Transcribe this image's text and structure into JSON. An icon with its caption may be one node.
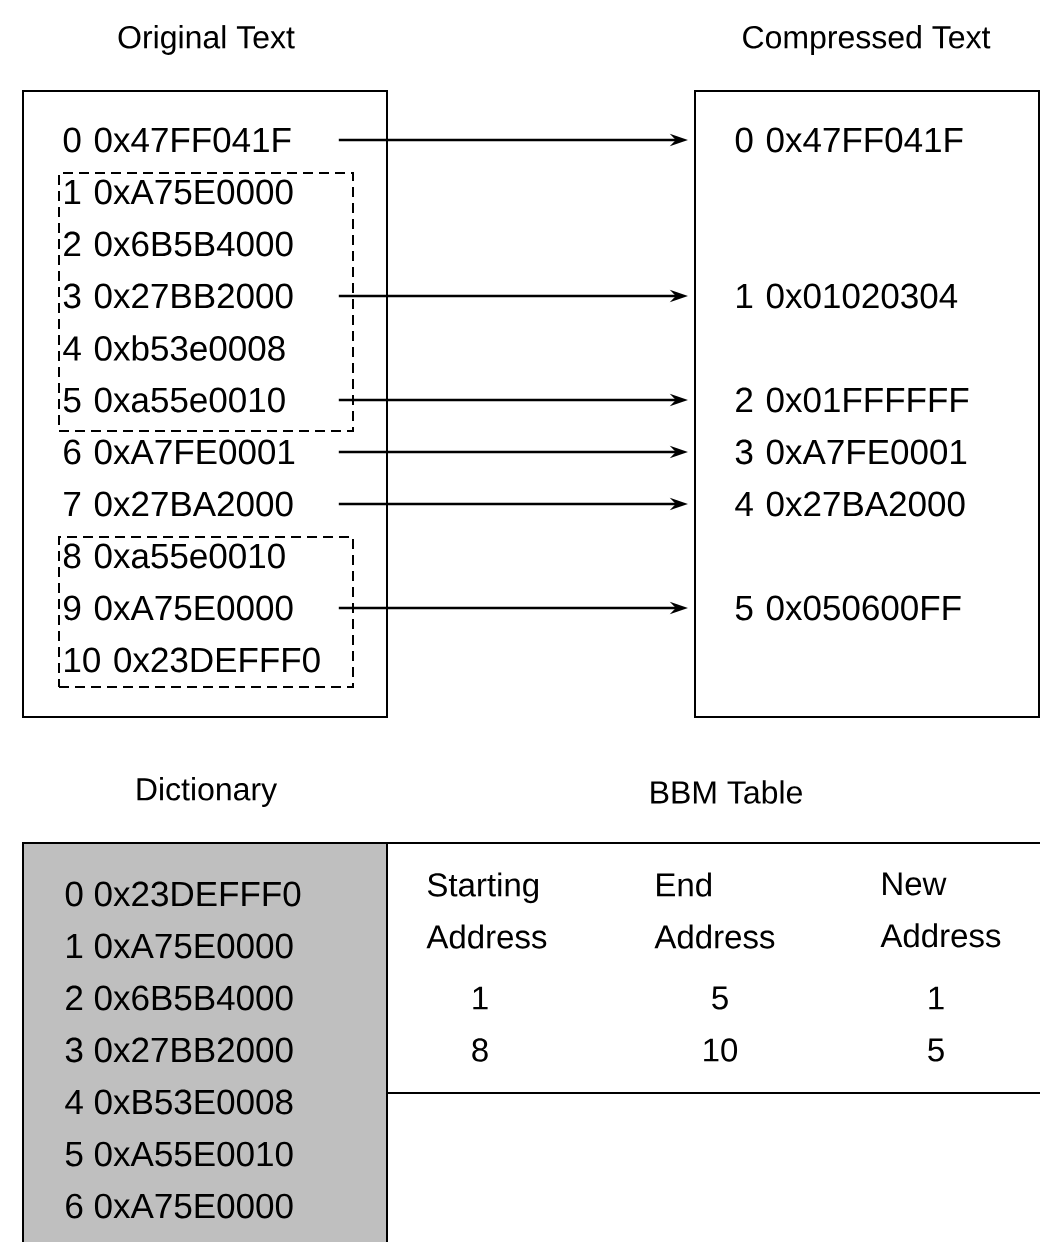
{
  "diagram": {
    "nodes": [
      {
        "text": [
          "Original Text"
        ]
      },
      {
        "text": [],
        "shape": "box",
        "in": 0
      },
      {
        "text": [],
        "shape": "box",
        "in": 0
      },
      {
        "text": [
          "0 0x47FF041F"
        ],
        "in": 0
      },
      {
        "text": [
          "1 0xA75E0000"
        ],
        "in": 1
      },
      {
        "text": [
          "2 0x6B5B4000"
        ],
        "in": 1
      },
      {
        "text": [
          "3 0x27BB2000"
        ],
        "in": 1
      },
      {
        "text": [
          "4 0xb53e0008"
        ],
        "in": 1
      },
      {
        "text": [
          "5 0xa55e0010"
        ],
        "in": 1
      },
      {
        "text": [
          "6 0xA7FE0001"
        ],
        "in": 0
      },
      {
        "text": [
          "7 0x27BA2000"
        ],
        "in": 0
      },
      {
        "text": [
          "8 0xa55e0010"
        ],
        "in": 2
      },
      {
        "text": [
          "9 0xA75E0000"
        ],
        "in": 2
      },
      {
        "text": [
          "10 0x23DEFFF0"
        ],
        "in": 2
      },
      {
        "text": [
          "Compressed Text"
        ]
      },
      {
        "text": [
          "0 0x47FF041F"
        ],
        "in": 14
      },
      {
        "text": [
          "1 0x01020304"
        ],
        "in": 14
      },
      {
        "text": [
          "2 0x01FFFFFF"
        ],
        "in": 14
      },
      {
        "text": [
          "3 0xA7FE0001"
        ],
        "in": 14
      },
      {
        "text": [
          "4 0x27BA2000"
        ],
        "in": 14
      },
      {
        "text": [
          "5 0x050600FF"
        ],
        "in": 14
      },
      {
        "text": [
          "Dictionary",
          "0 0x23DEFFF0",
          "1 0xA75E0000",
          "2 0x6B5B4000",
          "3 0x27BB2000",
          "4 0xB53E0008",
          "5 0xA55E0010",
          "6 0xA75E0000"
        ]
      },
      {
        "text": [
          "BBM Table"
        ]
      }
    ],
    "edges": [
      {
        "from": 3,
        "to": 15,
        "arrow": "to"
      },
      {
        "from": 6,
        "to": 16,
        "arrow": "to"
      },
      {
        "from": 8,
        "to": 17,
        "arrow": "to"
      },
      {
        "from": 9,
        "to": 18,
        "arrow": "to"
      },
      {
        "from": 10,
        "to": 19,
        "arrow": "to"
      },
      {
        "from": 12,
        "to": 20,
        "arrow": "to"
      }
    ],
    "labels": [
      "Starting Address",
      "End Address",
      "New Address",
      "1",
      "5",
      "1",
      "8",
      "10",
      "5"
    ]
  }
}
